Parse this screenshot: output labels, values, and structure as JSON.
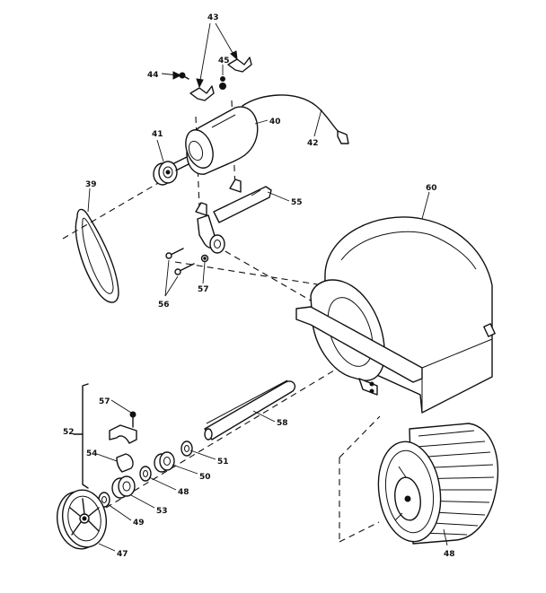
{
  "callouts": [
    {
      "id": "c39",
      "label": "39"
    },
    {
      "id": "c40",
      "label": "40"
    },
    {
      "id": "c41",
      "label": "41"
    },
    {
      "id": "c42",
      "label": "42"
    },
    {
      "id": "c43",
      "label": "43"
    },
    {
      "id": "c44",
      "label": "44"
    },
    {
      "id": "c45",
      "label": "45"
    },
    {
      "id": "c47",
      "label": "47"
    },
    {
      "id": "c48a",
      "label": "48"
    },
    {
      "id": "c48b",
      "label": "48"
    },
    {
      "id": "c49",
      "label": "49"
    },
    {
      "id": "c50",
      "label": "50"
    },
    {
      "id": "c51",
      "label": "51"
    },
    {
      "id": "c52",
      "label": "52"
    },
    {
      "id": "c53",
      "label": "53"
    },
    {
      "id": "c54",
      "label": "54"
    },
    {
      "id": "c55",
      "label": "55"
    },
    {
      "id": "c56",
      "label": "56"
    },
    {
      "id": "c57a",
      "label": "57"
    },
    {
      "id": "c57b",
      "label": "57"
    },
    {
      "id": "c58",
      "label": "58"
    },
    {
      "id": "c60",
      "label": "60"
    }
  ]
}
